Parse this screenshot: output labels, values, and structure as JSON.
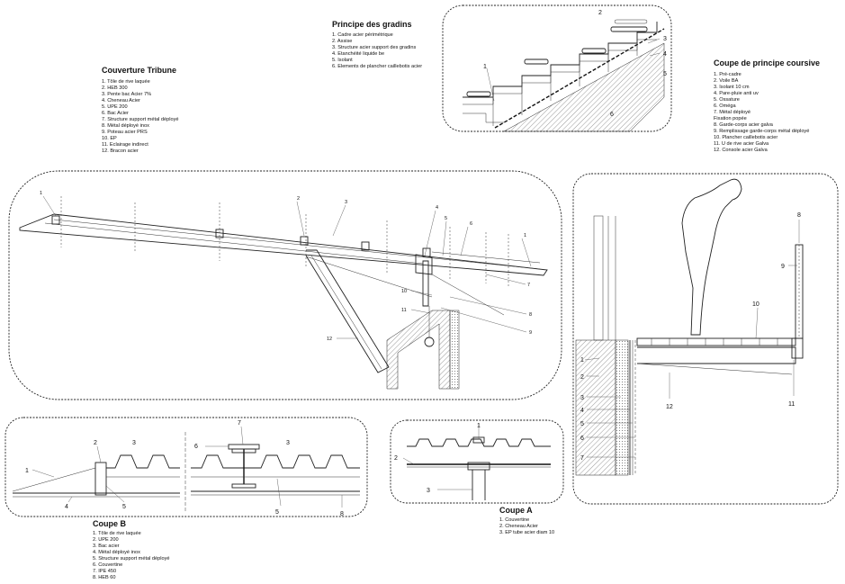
{
  "gradins": {
    "title": "Principe des gradins",
    "items": [
      "1. Cadre acier périmétrique",
      "2. Assise",
      "3. Structure acier support des gradins",
      "4. Etanchéité liquide be",
      "5. Isolant",
      "6. Elements de plancher caillebotis acier"
    ],
    "callouts": [
      "1",
      "2",
      "3",
      "4",
      "5",
      "6"
    ]
  },
  "tribune": {
    "title": "Couverture Tribune",
    "items": [
      "1. Tôle de rive laquée",
      "2. HEB 300",
      "3. Pente bac Acier 7%",
      "4. Cheneau Acier",
      "5. UPE 200",
      "6. Bac Acier",
      "7. Structure support métal déployé",
      "8. Métal déployé inox",
      "9. Poteau acier PRS",
      "10. EP",
      "11. Eclairage indirect",
      "12. Bracon acier"
    ],
    "callouts": [
      "1",
      "2",
      "3",
      "4",
      "5",
      "6",
      "1",
      "7",
      "10",
      "8",
      "11",
      "9",
      "12"
    ]
  },
  "coursive": {
    "title": "Coupe de principe coursive",
    "items": [
      "1. Pré-cadre",
      "2. Voile BA",
      "3. Isolant 10 cm",
      "4. Pare-pluie anti uv",
      "5. Ossature",
      "6. Oméga",
      "7. Métal déployé",
      "Fixation popée",
      "8. Garde-corps acier galva",
      "9. Remplissage garde-corps métal déployé",
      "10. Plancher caillebotis acier",
      "11. U de rive acier Galva",
      "12. Console acier Galva"
    ],
    "callouts": [
      "8",
      "9",
      "10",
      "1",
      "2",
      "3",
      "4",
      "5",
      "6",
      "7",
      "12",
      "11"
    ]
  },
  "coupe_b": {
    "title": "Coupe B",
    "items": [
      "1. Tôle de rive laquée",
      "2. UPE 200",
      "3. Bac acier",
      "4. Métal déployé inox",
      "5. Structure support métal déployé",
      "6. Couvertine",
      "7. IPE 450",
      "8. HEB 60"
    ],
    "callouts": [
      "1",
      "2",
      "3",
      "4",
      "5",
      "6",
      "7",
      "3",
      "5",
      "8"
    ]
  },
  "coupe_a": {
    "title": "Coupe A",
    "items": [
      "1. Couvertine",
      "2. Cheneau Acier",
      "3. EP tube acier diam 10"
    ],
    "callouts": [
      "1",
      "2",
      "3"
    ]
  }
}
